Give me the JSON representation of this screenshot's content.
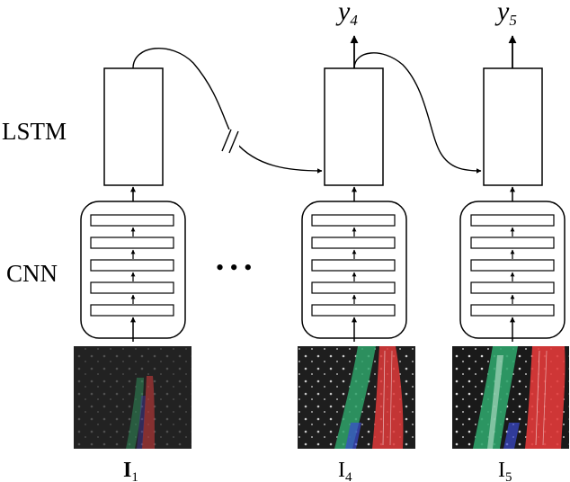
{
  "labels": {
    "lstm": "LSTM",
    "cnn": "CNN",
    "dots": "• • •"
  },
  "outputs": [
    {
      "base": "y",
      "sub": "4"
    },
    {
      "base": "y",
      "sub": "5"
    }
  ],
  "inputs": [
    {
      "base": "I",
      "sub": "1"
    },
    {
      "base": "I",
      "sub": "4"
    },
    {
      "base": "I",
      "sub": "5"
    }
  ],
  "colors": {
    "stroke": "#000000",
    "image_bg": "#232323",
    "green": "#2fa36a",
    "red": "#e23a3a",
    "blue": "#3a4ad0",
    "dots": "#e6e6e6"
  }
}
